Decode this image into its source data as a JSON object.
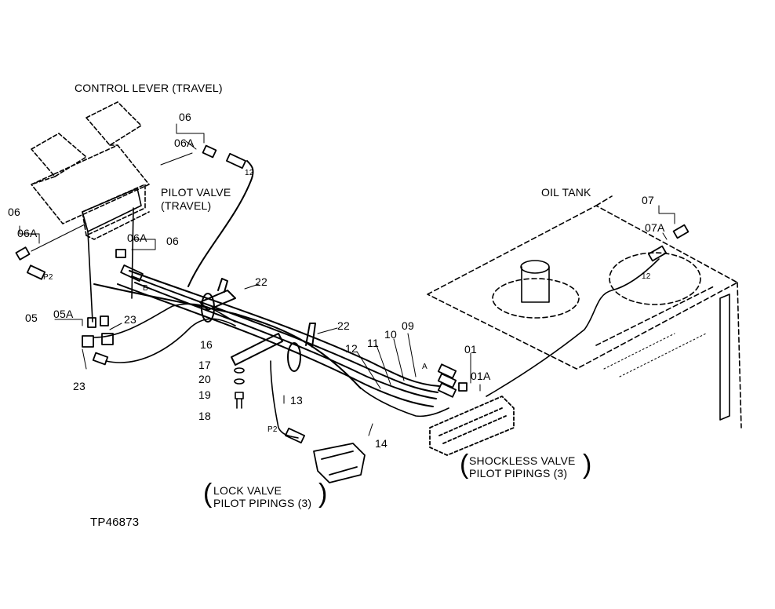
{
  "figure_id": "TP46873",
  "labels": {
    "control_lever": "CONTROL LEVER (TRAVEL)",
    "pilot_valve_line1": "PILOT VALVE",
    "pilot_valve_line2": "(TRAVEL)",
    "oil_tank": "OIL TANK",
    "lock_valve_line1": "LOCK VALVE",
    "lock_valve_line2": "PILOT PIPINGS (3)",
    "shockless_valve_line1": "SHOCKLESS VALVE",
    "shockless_valve_line2": "PILOT PIPINGS (3)"
  },
  "callouts": {
    "c06_top": "06",
    "c06a_top": "06A",
    "c06_left": "06",
    "c06a_left": "06A",
    "c06a_mid": "06A",
    "c06_mid": "06",
    "c05": "05",
    "c05a": "05A",
    "c23_upper": "23",
    "c23_lower": "23",
    "c16": "16",
    "c17": "17",
    "c20": "20",
    "c19": "19",
    "c18": "18",
    "c22_upper": "22",
    "c22_lower": "22",
    "c12_mid": "12",
    "c11": "11",
    "c10": "10",
    "c09": "09",
    "c13": "13",
    "c14": "14",
    "c01": "01",
    "c01a": "01A",
    "c07": "07",
    "c07a": "07A",
    "c12_top": "12",
    "c12_tank": "12",
    "p2_left": "P2",
    "p2_lower": "P2",
    "port_a": "A",
    "port_b": "B"
  }
}
